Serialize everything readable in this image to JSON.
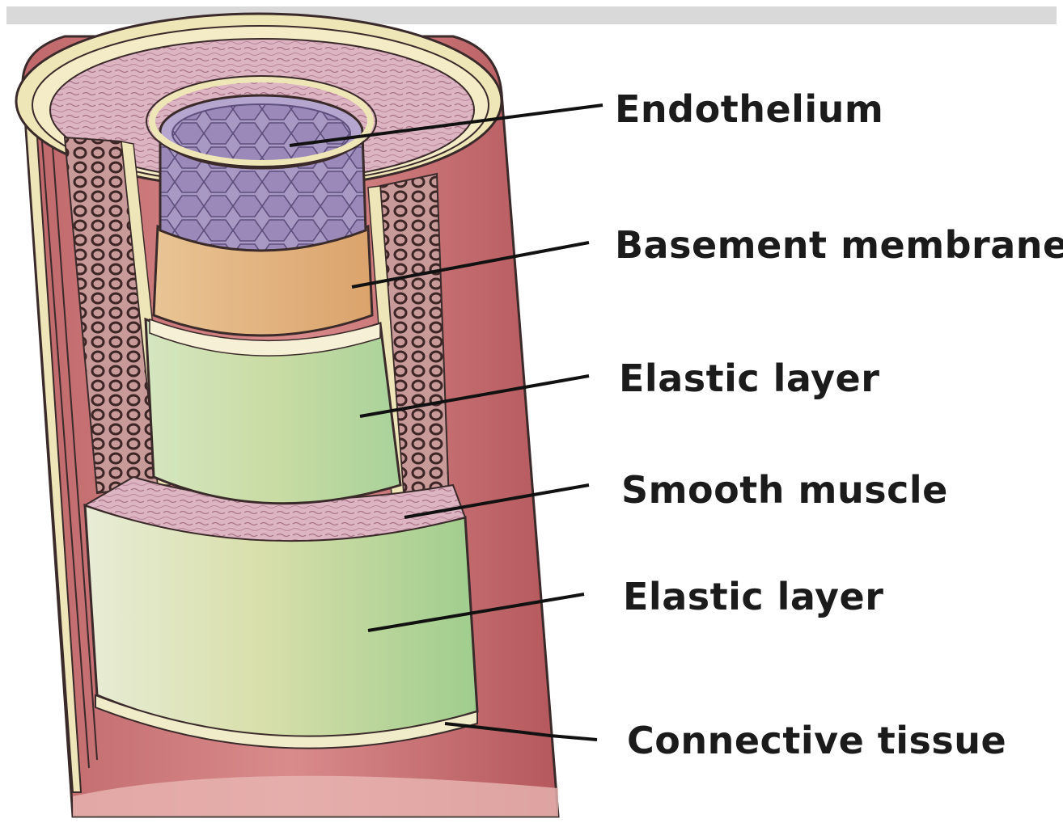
{
  "labels": {
    "endothelium": "Endothelium",
    "basement_membrane": "Basement membrane",
    "elastic_layer_inner": "Elastic layer",
    "smooth_muscle": "Smooth muscle",
    "elastic_layer_outer": "Elastic layer",
    "connective_tissue": "Connective tissue"
  },
  "colors": {
    "connective_tissue": "#b85a5e",
    "connective_tissue_light": "#e4a9a8",
    "smooth_muscle_pink": "#d9a7b8",
    "smooth_muscle_mesh": "#5a3a3a",
    "elastic_green": "#bcd9a0",
    "elastic_cream": "#e6e4b4",
    "basement_orange": "#e3b27c",
    "endothelium_purple": "#9b8ab8",
    "outline": "#3b2a2a",
    "top_band": "#cfcfcf"
  }
}
